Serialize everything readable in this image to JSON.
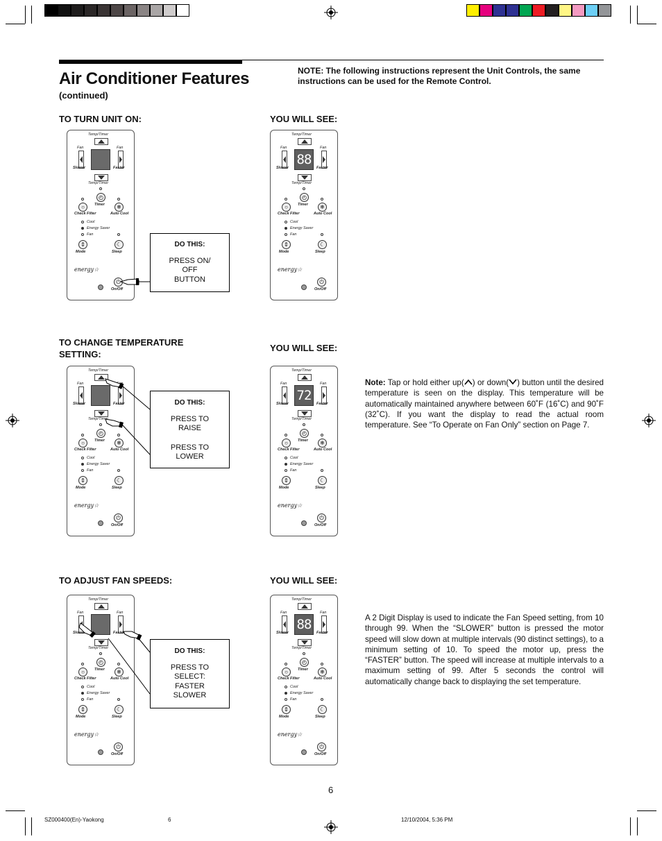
{
  "header": {
    "title": "Air Conditioner Features",
    "subtitle": "(continued)",
    "note": "NOTE: The following instructions represent the Unit Controls, the same instructions can be used for the Remote Control."
  },
  "color_bar": {
    "grays": [
      "#000000",
      "#111111",
      "#1e1c1c",
      "#2b2727",
      "#3a3434",
      "#4d4646",
      "#6b6464",
      "#8a8484",
      "#aaa6a6",
      "#cfcccc",
      "#ffffff"
    ],
    "colors": [
      "#ffef00",
      "#e6007e",
      "#2e3192",
      "#2e3192",
      "#00a651",
      "#ed1c24",
      "#231f20",
      "#fff685",
      "#f49ac1",
      "#6dcff6",
      "#939598"
    ]
  },
  "panel_labels": {
    "temp_timer": "Temp/Timer",
    "fan": "Fan",
    "slower": "Slower",
    "faster": "Faster",
    "timer": "Timer",
    "check_filter": "Check Filter",
    "auto_cool": "Auto Cool",
    "cool": "Cool",
    "energy_saver": "Energy Saver",
    "mode": "Mode",
    "sleep": "Sleep",
    "on_off": "On/Off",
    "energy_logo": "energy"
  },
  "sections": [
    {
      "heading": "TO TURN UNIT ON:",
      "you_will_see": "YOU WILL SEE:",
      "do_this_heading": "DO THIS:",
      "do_this_text": "PRESS ON/ OFF BUTTON",
      "display_value": "88",
      "note_label": "",
      "paragraph": ""
    },
    {
      "heading": "TO CHANGE TEMPERATURE SETTING:",
      "you_will_see": "YOU WILL SEE:",
      "do_this_heading": "DO THIS:",
      "do_this_text_1": "PRESS TO RAISE",
      "do_this_text_2": "PRESS TO LOWER",
      "display_value": "72",
      "note_label": "Note:",
      "paragraph_part1": "Tap or hold either up(",
      "paragraph_part2": ") or down(",
      "paragraph_part3": ") button until the desired temperature is seen on the display. This temperature will be automatically maintained anywhere between 60˚F (16˚C) and 90˚F (32˚C). If you want the display to read the actual room temperature. See “To Operate on Fan Only” section on Page 7."
    },
    {
      "heading": "TO ADJUST FAN SPEEDS:",
      "you_will_see": "YOU WILL SEE:",
      "do_this_heading": "DO THIS:",
      "do_this_text": "PRESS TO SELECT: FASTER SLOWER",
      "display_value": "88",
      "paragraph": "A 2 Digit Display is used to indicate the Fan Speed setting, from 10 through 99. When the “SLOWER” button is pressed the motor speed will slow down at multiple intervals (90 distinct settings), to a minimum setting of 10. To speed the motor up, press the “FASTER” button. The speed will increase at multiple intervals to a maximum setting of 99. After 5 seconds the control will automatically change back to displaying the set temperature."
    }
  ],
  "page_number": "6",
  "footer": {
    "file": "SZ000400(En)-Yaokong",
    "page": "6",
    "date": "12/10/2004, 5:36 PM"
  }
}
